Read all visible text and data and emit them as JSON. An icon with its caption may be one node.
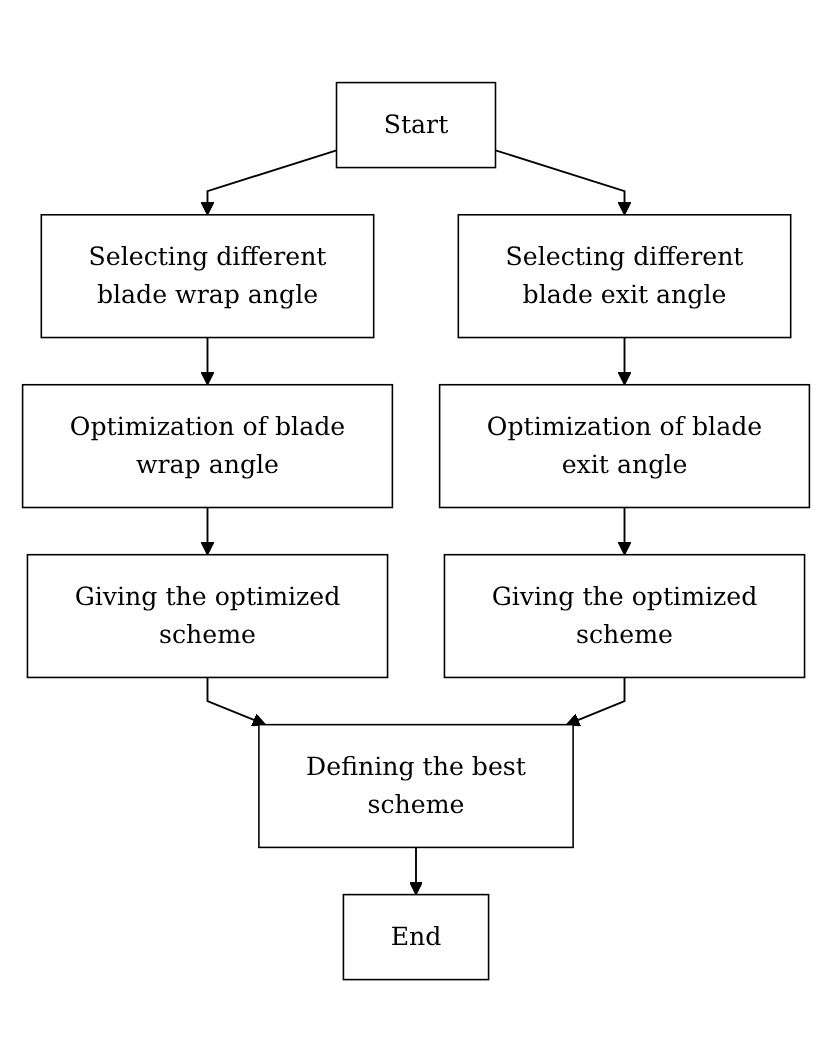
{
  "diagram": {
    "nodes": [
      {
        "text": [
          "Start"
        ]
      },
      {
        "text": [
          "Selecting different blade wrap angle"
        ]
      },
      {
        "text": [
          "Selecting different blade exit angle"
        ]
      },
      {
        "text": [
          "Optimization of blade wrap angle"
        ]
      },
      {
        "text": [
          "Optimization of blade exit angle"
        ]
      },
      {
        "text": [
          "Giving the optimized scheme"
        ]
      },
      {
        "text": [
          "Giving the optimized scheme"
        ]
      },
      {
        "text": [
          "Defining the best scheme"
        ]
      },
      {
        "text": [
          "End"
        ]
      }
    ],
    "edges": [
      {
        "from": 0,
        "to": 1,
        "arrow": "to"
      },
      {
        "from": 0,
        "to": 2,
        "arrow": "to"
      },
      {
        "from": 1,
        "to": 3,
        "arrow": "to"
      },
      {
        "from": 2,
        "to": 4,
        "arrow": "to"
      },
      {
        "from": 3,
        "to": 5,
        "arrow": "to"
      },
      {
        "from": 4,
        "to": 6,
        "arrow": "to"
      },
      {
        "from": 5,
        "to": 7,
        "arrow": "to"
      },
      {
        "from": 6,
        "to": 7,
        "arrow": "to"
      },
      {
        "from": 7,
        "to": 8,
        "arrow": "to"
      }
    ]
  }
}
